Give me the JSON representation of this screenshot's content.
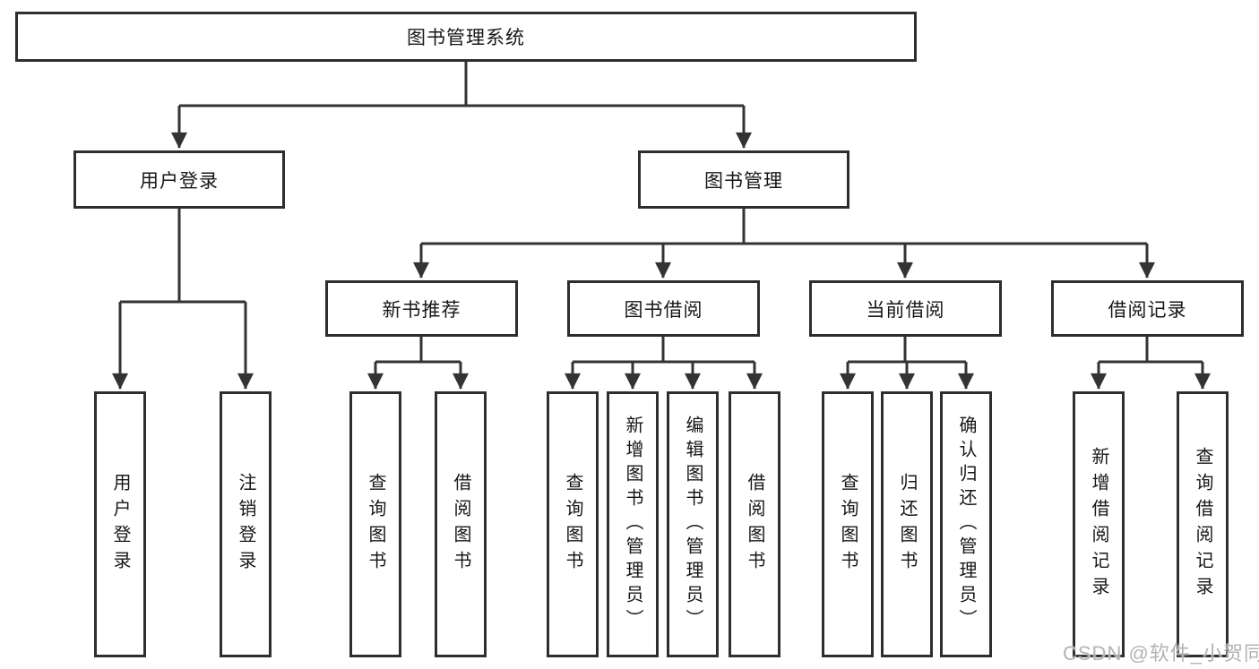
{
  "diagram": {
    "colors": {
      "line": "#333333",
      "box_border": "#2e2e2e",
      "box_background": "#ffffff",
      "text": "#171717",
      "watermark": "#b3b3b3"
    },
    "watermark": "CSDN @软件_小贺同学",
    "nodes": {
      "root": {
        "label": "图书管理系统"
      },
      "user_login": {
        "label": "用户登录"
      },
      "book_mgmt": {
        "label": "图书管理"
      },
      "new_book_rec": {
        "label": "新书推荐"
      },
      "book_borrow": {
        "label": "图书借阅"
      },
      "current_borrow": {
        "label": "当前借阅"
      },
      "borrow_record": {
        "label": "借阅记录"
      },
      "leaf_user_login": {
        "label": "用户登录"
      },
      "leaf_logout": {
        "label": "注销登录"
      },
      "leaf_rec_query_books": {
        "label": "查询图书"
      },
      "leaf_rec_borrow_books": {
        "label": "借阅图书"
      },
      "leaf_bor_query_books": {
        "label": "查询图书"
      },
      "leaf_bor_add_books": {
        "label": "新增图书（管理员）"
      },
      "leaf_bor_edit_books": {
        "label": "编辑图书（管理员）"
      },
      "leaf_bor_borrow_books": {
        "label": "借阅图书"
      },
      "leaf_cur_query_books": {
        "label": "查询图书"
      },
      "leaf_cur_return_books": {
        "label": "归还图书"
      },
      "leaf_cur_confirm_return": {
        "label": "确认归还（管理员）"
      },
      "leaf_hist_add_record": {
        "label": "新增借阅记录"
      },
      "leaf_hist_query_record": {
        "label": "查询借阅记录"
      }
    }
  }
}
